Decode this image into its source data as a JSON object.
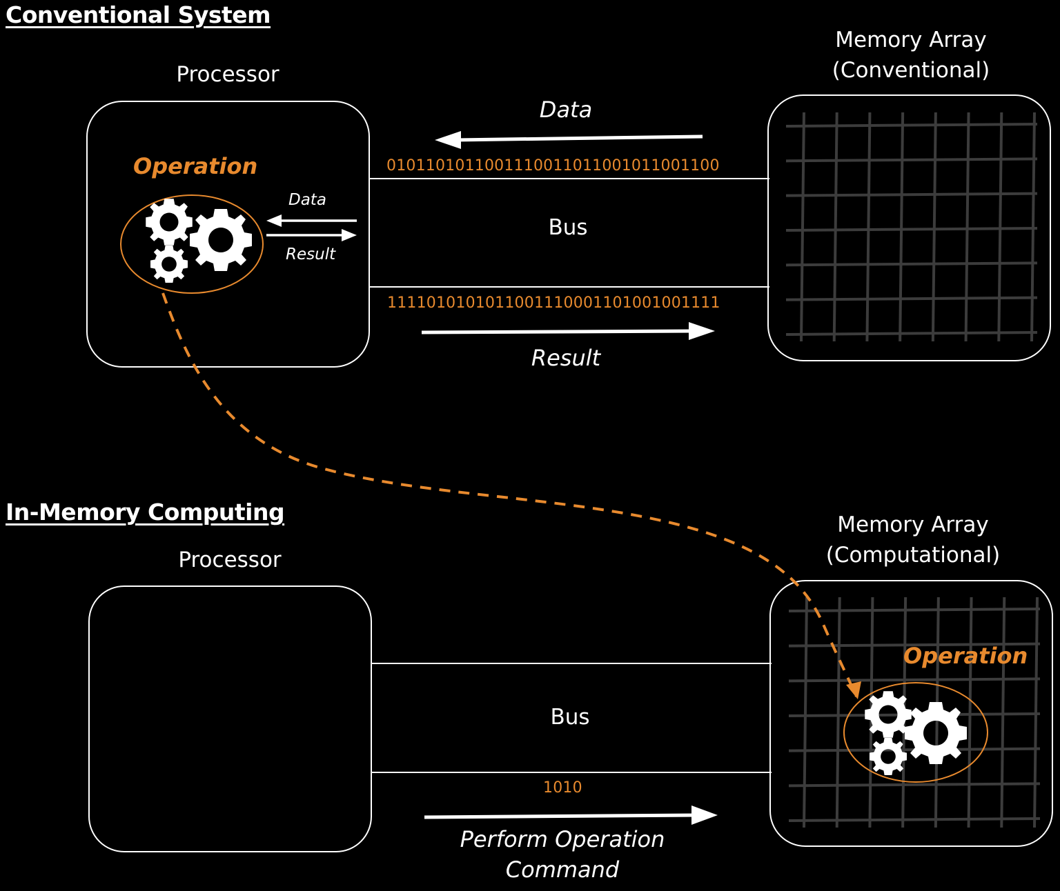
{
  "colors": {
    "accent": "#e88a2e",
    "grid": "#3c3c3c",
    "foreground": "#ffffff",
    "background": "#000000"
  },
  "conventional": {
    "section_title": "Conventional System",
    "processor_label": "Processor",
    "operation_label": "Operation",
    "inner_data_label": "Data",
    "inner_result_label": "Result",
    "memory_label_line1": "Memory Array",
    "memory_label_line2": "(Conventional)",
    "bus_label": "Bus",
    "data_arrow_label": "Data",
    "data_bits": "0101101011001110011011001011001100",
    "result_bits": "1111010101011001110001101001001111",
    "result_arrow_label": "Result",
    "icons": [
      "gears-icon",
      "arrow-left-icon",
      "arrow-right-icon",
      "memory-grid-icon"
    ]
  },
  "in_memory": {
    "section_title": "In-Memory Computing",
    "processor_label": "Processor",
    "memory_label_line1": "Memory Array",
    "memory_label_line2": "(Computational)",
    "operation_label": "Operation",
    "bus_label": "Bus",
    "command_bits": "1010",
    "command_label_line1": "Perform Operation",
    "command_label_line2": "Command",
    "icons": [
      "gears-icon",
      "arrow-right-icon",
      "memory-grid-icon"
    ]
  },
  "connector": {
    "style": "dashed",
    "from": "conventional-operation",
    "to": "in-memory-operation"
  }
}
